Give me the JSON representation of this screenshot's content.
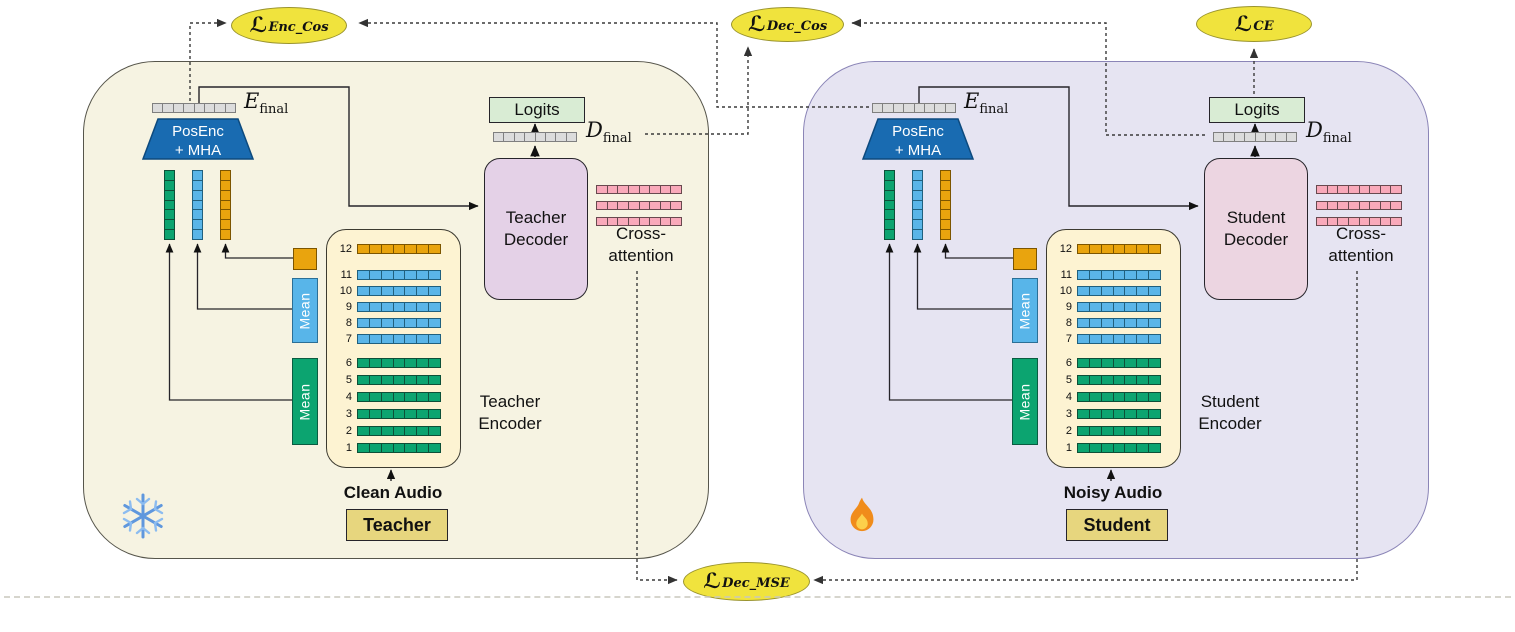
{
  "figure": "teacher-student-distillation-diagram",
  "losses": {
    "enc_cos": {
      "symbol": "ℒ",
      "sub": "Enc_Cos"
    },
    "dec_cos": {
      "symbol": "ℒ",
      "sub": "Dec_Cos"
    },
    "ce": {
      "symbol": "ℒ",
      "sub": "CE"
    },
    "dec_mse": {
      "symbol": "ℒ",
      "sub": "Dec_MSE"
    }
  },
  "teacher": {
    "e_final": {
      "base": "E",
      "sub": "final"
    },
    "d_final": {
      "base": "D",
      "sub": "final"
    },
    "posenc_line1": "PosEnc",
    "posenc_line2": "+ MHA",
    "mean_blue": "Mean",
    "mean_green": "Mean",
    "logits": "Logits",
    "decoder_line1": "Teacher",
    "decoder_line2": "Decoder",
    "cross_line1": "Cross-",
    "cross_line2": "attention",
    "encoder_line1": "Teacher",
    "encoder_line2": "Encoder",
    "audio": "Clean Audio",
    "role": "Teacher",
    "badge_icon": "snowflake-icon (frozen)",
    "layer_numbers": [
      "12",
      "11",
      "10",
      "9",
      "8",
      "7",
      "6",
      "5",
      "4",
      "3",
      "2",
      "1"
    ]
  },
  "student": {
    "e_final": {
      "base": "E",
      "sub": "final"
    },
    "d_final": {
      "base": "D",
      "sub": "final"
    },
    "posenc_line1": "PosEnc",
    "posenc_line2": "+ MHA",
    "mean_blue": "Mean",
    "mean_green": "Mean",
    "logits": "Logits",
    "decoder_line1": "Student",
    "decoder_line2": "Decoder",
    "cross_line1": "Cross-",
    "cross_line2": "attention",
    "encoder_line1": "Student",
    "encoder_line2": "Encoder",
    "audio": "Noisy Audio",
    "role": "Student",
    "badge_icon": "flame-icon (trainable)",
    "layer_numbers": [
      "12",
      "11",
      "10",
      "9",
      "8",
      "7",
      "6",
      "5",
      "4",
      "3",
      "2",
      "1"
    ]
  },
  "colors": {
    "teacher_panel_bg": "#f6f3e2",
    "student_panel_bg": "#e6e4f2",
    "loss_ellipse": "#f0e33d",
    "encoder_box": "#fdf3d2",
    "green_cells": "#0ca470",
    "blue_cells": "#5ab5e8",
    "orange_cells": "#e9a40e",
    "pink_cells": "#f9a9ba",
    "gray_cells": "#dcdcdc",
    "trapezoid_blue": "#196bb1",
    "teacher_decoder": "#e4d1e7",
    "student_decoder": "#ecd5e1",
    "logits_box": "#d9ecd4",
    "role_box": "#e7d67e"
  }
}
